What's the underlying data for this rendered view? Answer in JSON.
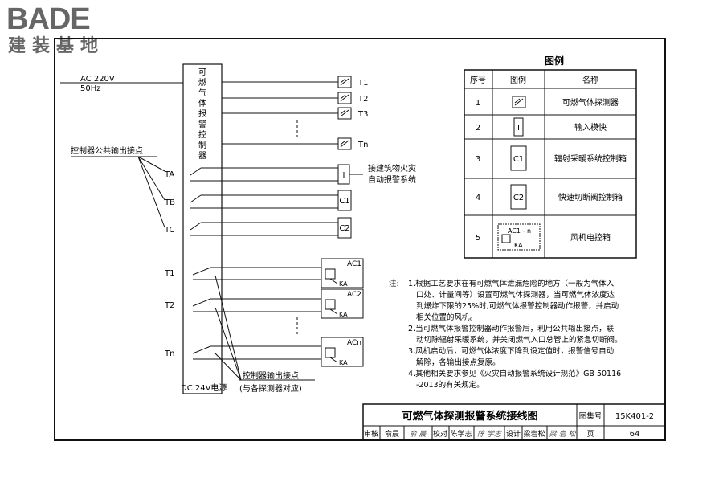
{
  "logo": {
    "brand": "BADE",
    "subtitle": "建装基地"
  },
  "diagram": {
    "power_label": "AC 220V",
    "power_freq": "50Hz",
    "controller_title": [
      "可",
      "燃",
      "气",
      "体",
      "报",
      "警",
      "控",
      "制",
      "器"
    ],
    "detectors": [
      "T1",
      "T2",
      "T3",
      "Tn"
    ],
    "common_output_label": "控制器公共输出接点",
    "common_outputs": [
      "TA",
      "TB",
      "TC"
    ],
    "fire_alarm_text": [
      "接建筑物火灾",
      "自动报警系统"
    ],
    "module_label": "I",
    "c1": "C1",
    "c2": "C2",
    "relay_rows": [
      "T1",
      "T2",
      "Tn"
    ],
    "relay_boxes": [
      "AC1",
      "AC2",
      "ACn"
    ],
    "ka": "KA",
    "power_supply": "DC 24V电源",
    "output_note": [
      "控制器输出接点",
      "(与各探测器对应)"
    ]
  },
  "legend": {
    "title": "图例",
    "headers": [
      "序号",
      "图例",
      "名称"
    ],
    "rows": [
      {
        "no": "1",
        "name": "可燃气体探测器"
      },
      {
        "no": "2",
        "symbol": "I",
        "name": "输入模快"
      },
      {
        "no": "3",
        "symbol": "C1",
        "name": "辐射采暖系统控制箱"
      },
      {
        "no": "4",
        "symbol": "C2",
        "name": "快速切断阀控制箱"
      },
      {
        "no": "5",
        "symbol": "AC1 - n",
        "symbol_sub": "KA",
        "name": "风机电控箱"
      }
    ]
  },
  "notes": {
    "lead": "注:",
    "lines": [
      "1.根据工艺要求在有可燃气体泄漏危险的地方（一般为气体入",
      "口处、计量间等）设置可燃气体探测器，当可燃气体浓度达",
      "到爆炸下限的25%时,可燃气体报警控制器动作报警，并启动",
      "相关位置的风机。",
      "2.当可燃气体报警控制器动作报警后，利用公共输出接点，联",
      "动切除辐射采暖系统，并关闭燃气入口总管上的紧急切断阀。",
      "3.风机启动后，可燃气体浓度下降到设定值时，报警信号自动",
      "解除，各输出接点复原。",
      "4.其他相关要求参见《火灾自动报警系统设计规范》GB 50116",
      "-2013的有关规定。"
    ]
  },
  "title_block": {
    "title": "可燃气体探测报警系统接线图",
    "atlas_label": "图集号",
    "atlas_no": "15K401-2",
    "cells": [
      "审核",
      "俞晨",
      "俞 晨",
      "校对",
      "陈学志",
      "陈 学志",
      "设计",
      "梁岩松",
      "梁 岩 松",
      "页",
      "64"
    ]
  }
}
